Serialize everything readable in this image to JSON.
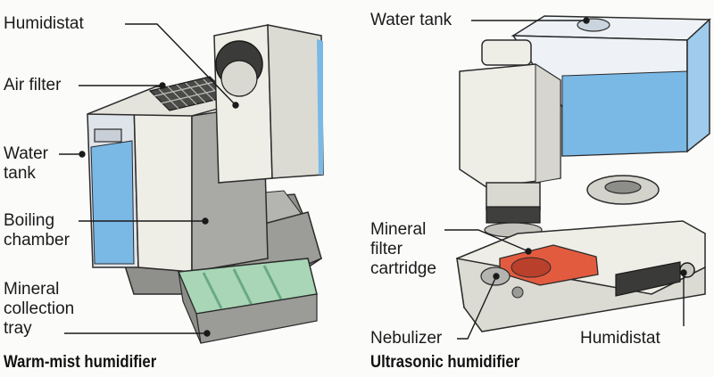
{
  "left": {
    "caption": "Warm-mist humidifier",
    "labels": {
      "humidistat": "Humidistat",
      "air_filter": "Air filter",
      "water_tank": "Water\ntank",
      "boiling_chamber": "Boiling\nchamber",
      "mineral_tray": "Mineral\ncollection\ntray"
    }
  },
  "right": {
    "caption": "Ultrasonic humidifier",
    "labels": {
      "water_tank": "Water tank",
      "mineral_filter": "Mineral\nfilter\ncartridge",
      "nebulizer": "Nebulizer",
      "humidistat": "Humidistat"
    }
  },
  "colors": {
    "water": "#7ab8e6",
    "unit_white": "#eeede6",
    "unit_gray": "#a9aaa6",
    "tray_green": "#a8d6b6",
    "filter_red": "#e35b3f",
    "leader": "#1a1a1a"
  }
}
